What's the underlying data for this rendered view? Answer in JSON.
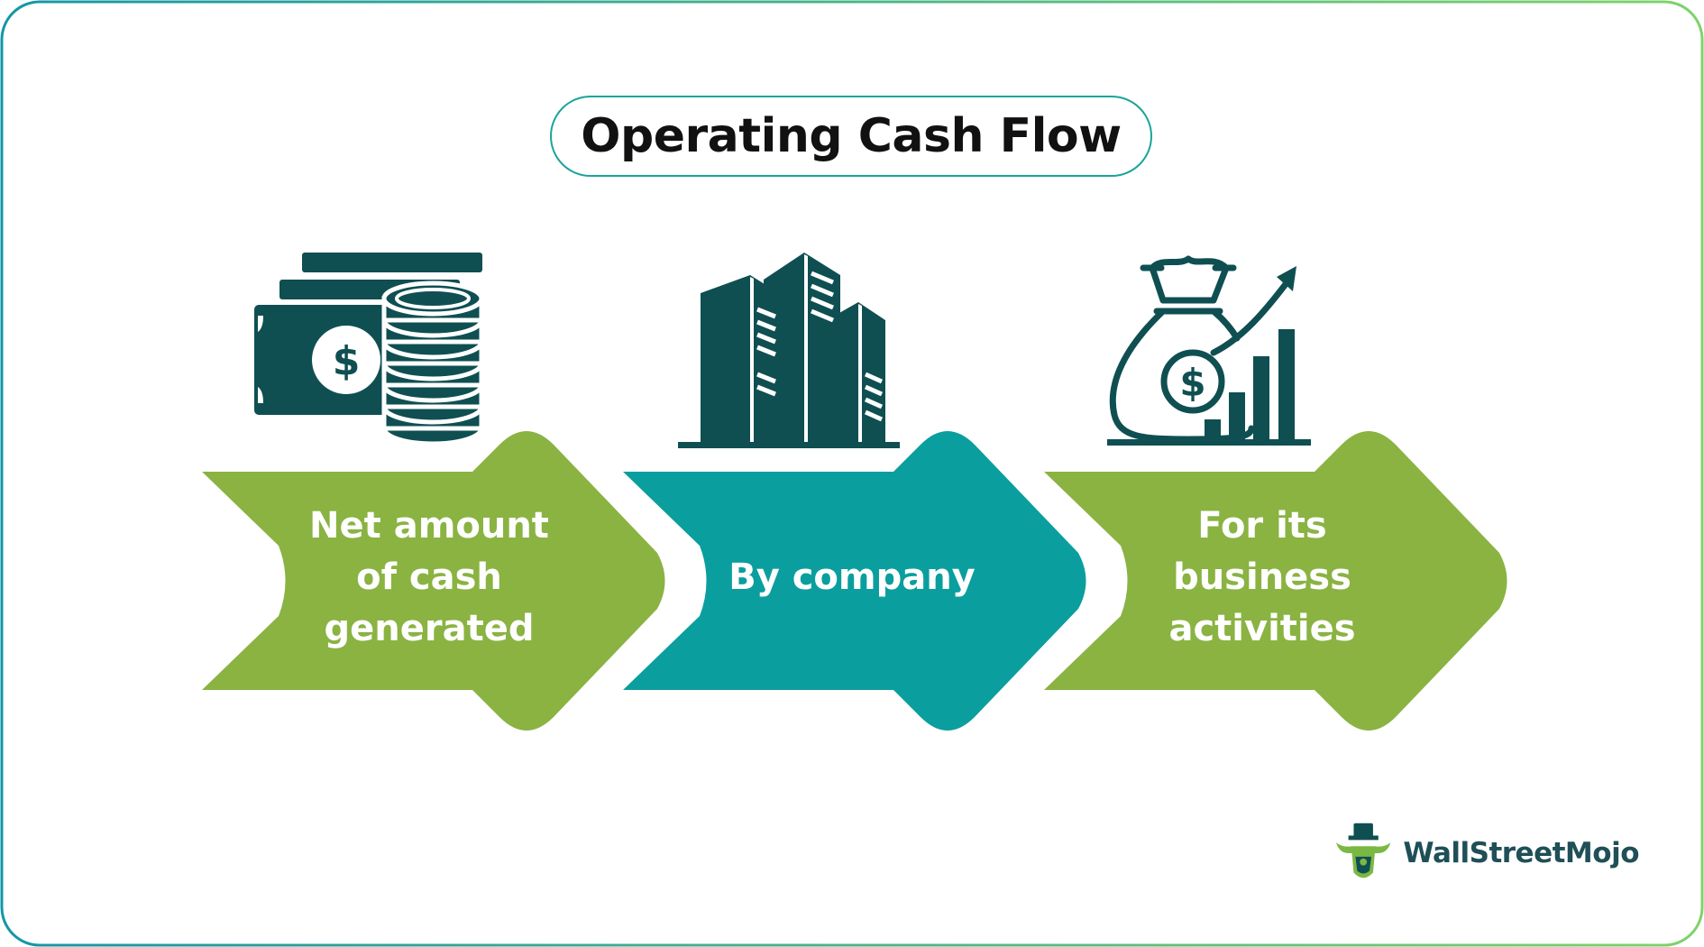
{
  "title": "Operating Cash Flow",
  "steps": [
    {
      "label": "Net amount\nof cash\ngenerated",
      "icon": "cash-and-coins-icon",
      "color": "#8ab342"
    },
    {
      "label": "By company",
      "icon": "office-buildings-icon",
      "color": "#0b9e9e"
    },
    {
      "label": "For its\nbusiness\nactivities",
      "icon": "money-bag-growth-chart-icon",
      "color": "#8ab342"
    }
  ],
  "brand": {
    "name": "WallStreetMojo",
    "icon": "bull-mascot-icon"
  },
  "colors": {
    "icon_dark": "#0f4f52",
    "border_start": "#1596a6",
    "border_end": "#7ed36a"
  }
}
